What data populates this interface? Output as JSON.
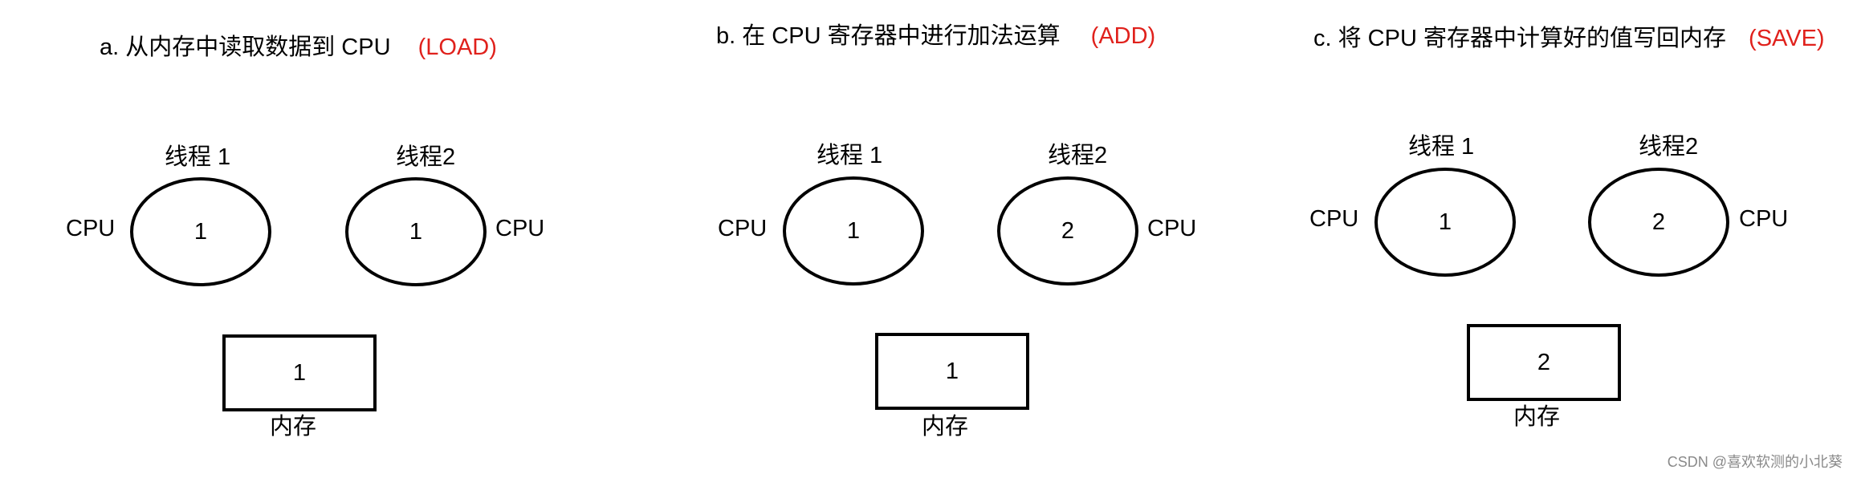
{
  "panels": [
    {
      "step": "a.",
      "description": "从内存中读取数据到 CPU",
      "tag": "(LOAD)",
      "thread1_label": "线程 1",
      "thread2_label": "线程2",
      "cpu_left_label": "CPU",
      "cpu_right_label": "CPU",
      "thread1_value": "1",
      "thread2_value": "1",
      "memory_value": "1",
      "memory_label": "内存"
    },
    {
      "step": "b.",
      "description": "在 CPU 寄存器中进行加法运算",
      "tag": "(ADD)",
      "thread1_label": "线程 1",
      "thread2_label": "线程2",
      "cpu_left_label": "CPU",
      "cpu_right_label": "CPU",
      "thread1_value": "1",
      "thread2_value": "2",
      "memory_value": "1",
      "memory_label": "内存"
    },
    {
      "step": "c.",
      "description": "将 CPU 寄存器中计算好的值写回内存",
      "tag": "(SAVE)",
      "thread1_label": "线程 1",
      "thread2_label": "线程2",
      "cpu_left_label": "CPU",
      "cpu_right_label": "CPU",
      "thread1_value": "1",
      "thread2_value": "2",
      "memory_value": "2",
      "memory_label": "内存"
    }
  ],
  "watermark": "CSDN @喜欢软测的小北葵",
  "colors": {
    "tag": "#e0211c",
    "stroke": "#000000",
    "watermark": "#8a8a8a"
  }
}
